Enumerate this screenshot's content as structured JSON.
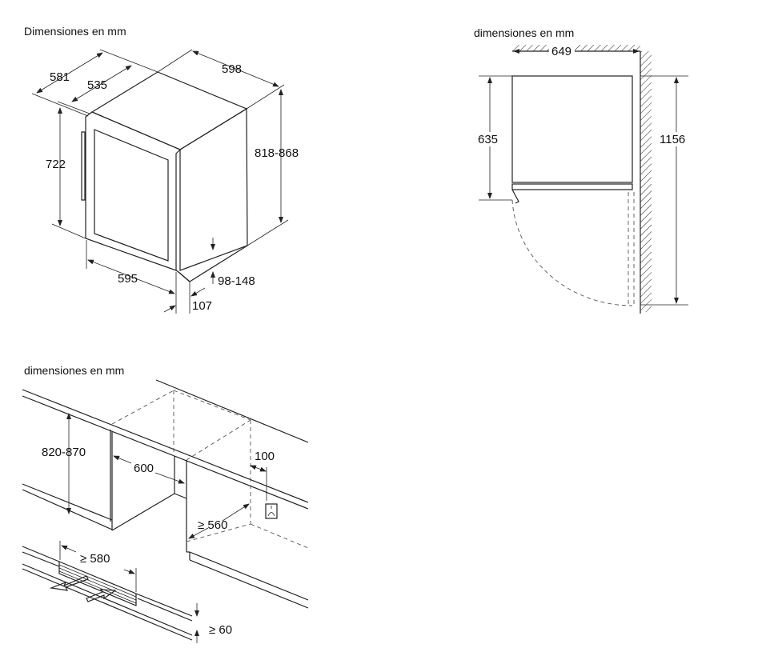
{
  "diagram_cabinet": {
    "title": "Dimensiones en mm",
    "dims": {
      "depth_total": "581",
      "depth_body": "535",
      "width_total": "598",
      "height_total": "818-868",
      "door_height": "722",
      "door_width": "595",
      "plinth_height": "98-148",
      "plinth_depth": "107"
    }
  },
  "diagram_door": {
    "title": "dimensiones en mm",
    "dims": {
      "depth": "649",
      "door_depth": "635",
      "swing": "1156"
    }
  },
  "diagram_niche": {
    "title": "dimensiones en mm",
    "dims": {
      "niche_height": "820-870",
      "niche_width": "600",
      "socket_offset": "100",
      "niche_depth": "≥ 560",
      "vent_width": "≥ 580",
      "vent_height": "≥ 60"
    }
  }
}
